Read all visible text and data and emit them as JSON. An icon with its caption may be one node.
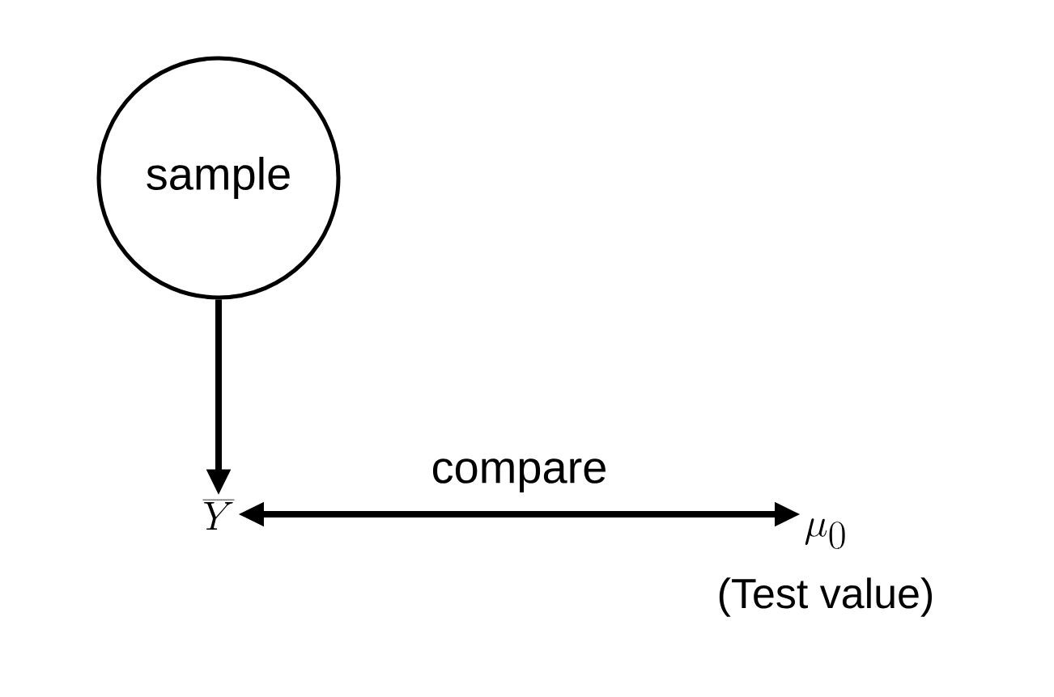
{
  "diagram": {
    "nodes": [
      {
        "text": [
          "sample"
        ]
      },
      {
        "text": [
          "\\overline{Y}"
        ]
      },
      {
        "text": [
          "\\mu_{0}"
        ],
        "beside": [
          "(Test value)"
        ]
      }
    ],
    "edges": [
      {
        "from": 0,
        "to": 1,
        "arrow": "to"
      },
      {
        "from": 1,
        "to": 2,
        "arrow": "both",
        "label": "compare"
      }
    ]
  }
}
